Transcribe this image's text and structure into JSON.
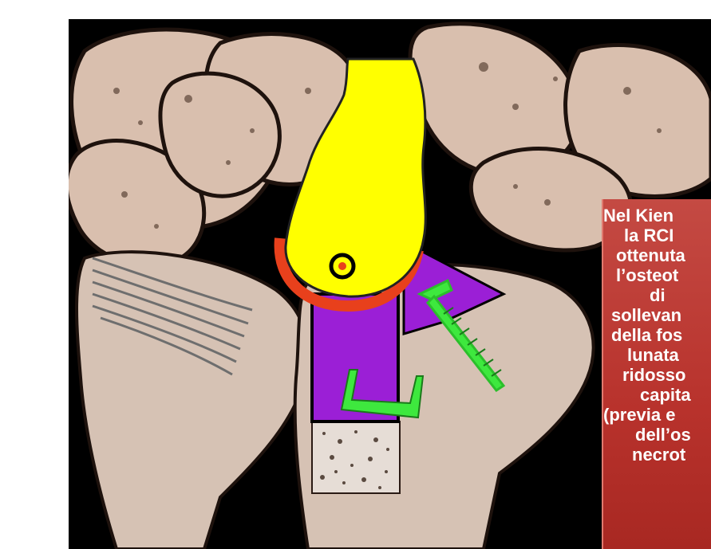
{
  "callout": {
    "lines": [
      {
        "text": "Nel Kien",
        "indent": 0
      },
      {
        "text": "la RCI",
        "indent": 1
      },
      {
        "text": "ottenuta",
        "indent": 2
      },
      {
        "text": "l’osteot",
        "indent": 3
      },
      {
        "text": "di",
        "indent": 4
      },
      {
        "text": "sollevan",
        "indent": 5
      },
      {
        "text": "della fos",
        "indent": 6
      },
      {
        "text": "lunata",
        "indent": 7
      },
      {
        "text": "ridosso",
        "indent": 8
      },
      {
        "text": "capita",
        "indent": 9
      },
      {
        "text": "(previa e",
        "indent": 10
      },
      {
        "text": "dell’os",
        "indent": 11
      },
      {
        "text": "necrot",
        "indent": 12
      }
    ]
  },
  "colors": {
    "background": "#000000",
    "bone": "#d9bfae",
    "bone_outline": "#2a1a14",
    "yellow_graft": "#ffff00",
    "red_rim": "#e8401c",
    "purple_block": "#9b1fd6",
    "green_hardware": "#3ee83e",
    "cancellous_bone": "#e6ddd6",
    "callout_red": "#b8322c"
  },
  "figure": {
    "subject": "wrist carpal bones",
    "elements": [
      "capitate-graft-icon",
      "osteotomy-screw-icon",
      "l-plate-icon",
      "purple-wedge-icon",
      "bone-graft-block-icon"
    ]
  }
}
